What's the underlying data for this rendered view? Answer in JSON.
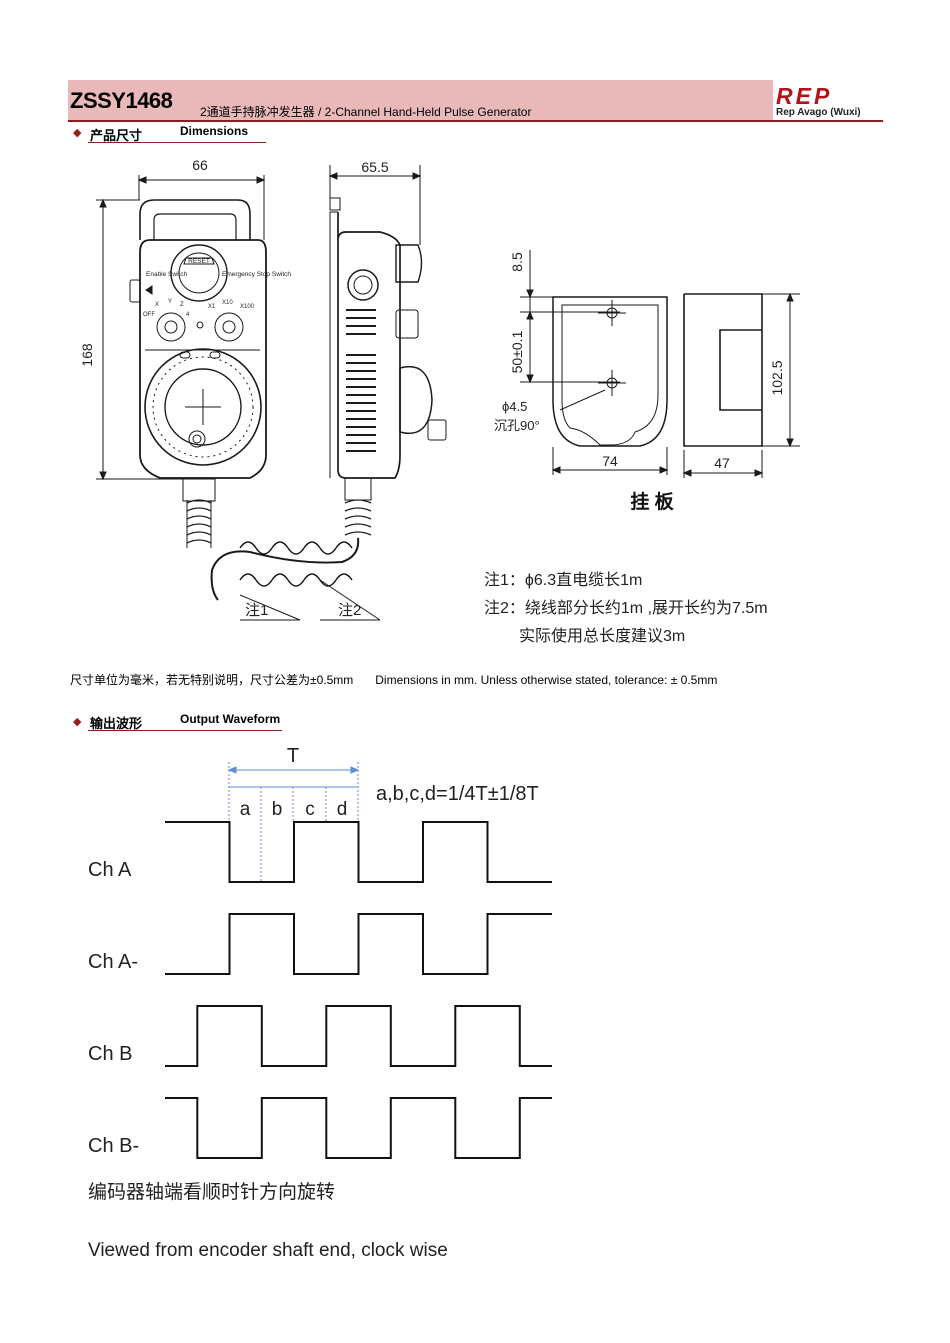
{
  "header": {
    "model": "ZSSY1468",
    "subtitle": "2通道手持脉冲发生器 / 2-Channel Hand-Held Pulse Generator",
    "logo": "REP",
    "company": "Rep Avago (Wuxi)"
  },
  "sections": {
    "dimensions": {
      "cn": "产品尺寸",
      "en": "Dimensions"
    },
    "waveform": {
      "cn": "输出波形",
      "en": "Output Waveform"
    }
  },
  "drawing": {
    "dim_width": "66",
    "dim_depth": "65.5",
    "dim_height": "168",
    "dim_top": "8.5",
    "dim_hole_pitch": "50±0.1",
    "dim_hole_dia": "ϕ4.5",
    "countersink": "沉孔90°",
    "dim_plate_width": "74",
    "dim_plate_height": "102.5",
    "dim_plate_depth": "47",
    "plate_label": "挂 板",
    "reset_label": "RESET",
    "enable_label": "Enable Switch",
    "estop_label": "Emergency Stop Switch",
    "axis_labels": [
      "OFF",
      "X",
      "Y",
      "Z",
      "4"
    ],
    "mult_labels": [
      "X1",
      "X10",
      "X100"
    ],
    "callout1": "注1",
    "callout2": "注2",
    "note1": "注1：ϕ6.3直电缆长1m",
    "note2": "注2：绕线部分长约1m ,展开长约为7.5m",
    "note3": "实际使用总长度建议3m"
  },
  "tolerance": {
    "cn": "尺寸单位为毫米，若无特别说明，尺寸公差为±0.5mm",
    "en": "Dimensions in mm. Unless otherwise stated, tolerance: ± 0.5mm"
  },
  "waveform": {
    "period_label": "T",
    "segments": [
      "a",
      "b",
      "c",
      "d"
    ],
    "spec": "a,b,c,d=1/4T±1/8T",
    "channels": [
      {
        "name": "Ch A",
        "levels": [
          1,
          1,
          0,
          0,
          1,
          1,
          0,
          0,
          1,
          1,
          0,
          0
        ]
      },
      {
        "name": "Ch A-",
        "levels": [
          0,
          0,
          1,
          1,
          0,
          0,
          1,
          1,
          0,
          0,
          1,
          1
        ]
      },
      {
        "name": "Ch B",
        "levels": [
          0,
          1,
          1,
          0,
          0,
          1,
          1,
          0,
          0,
          1,
          1,
          0
        ]
      },
      {
        "name": "Ch B-",
        "levels": [
          1,
          0,
          0,
          1,
          1,
          0,
          0,
          1,
          1,
          0,
          0,
          1
        ]
      }
    ],
    "caption_cn": "编码器轴端看顺时针方向旋转",
    "caption_en": "Viewed from encoder shaft end, clock wise"
  }
}
